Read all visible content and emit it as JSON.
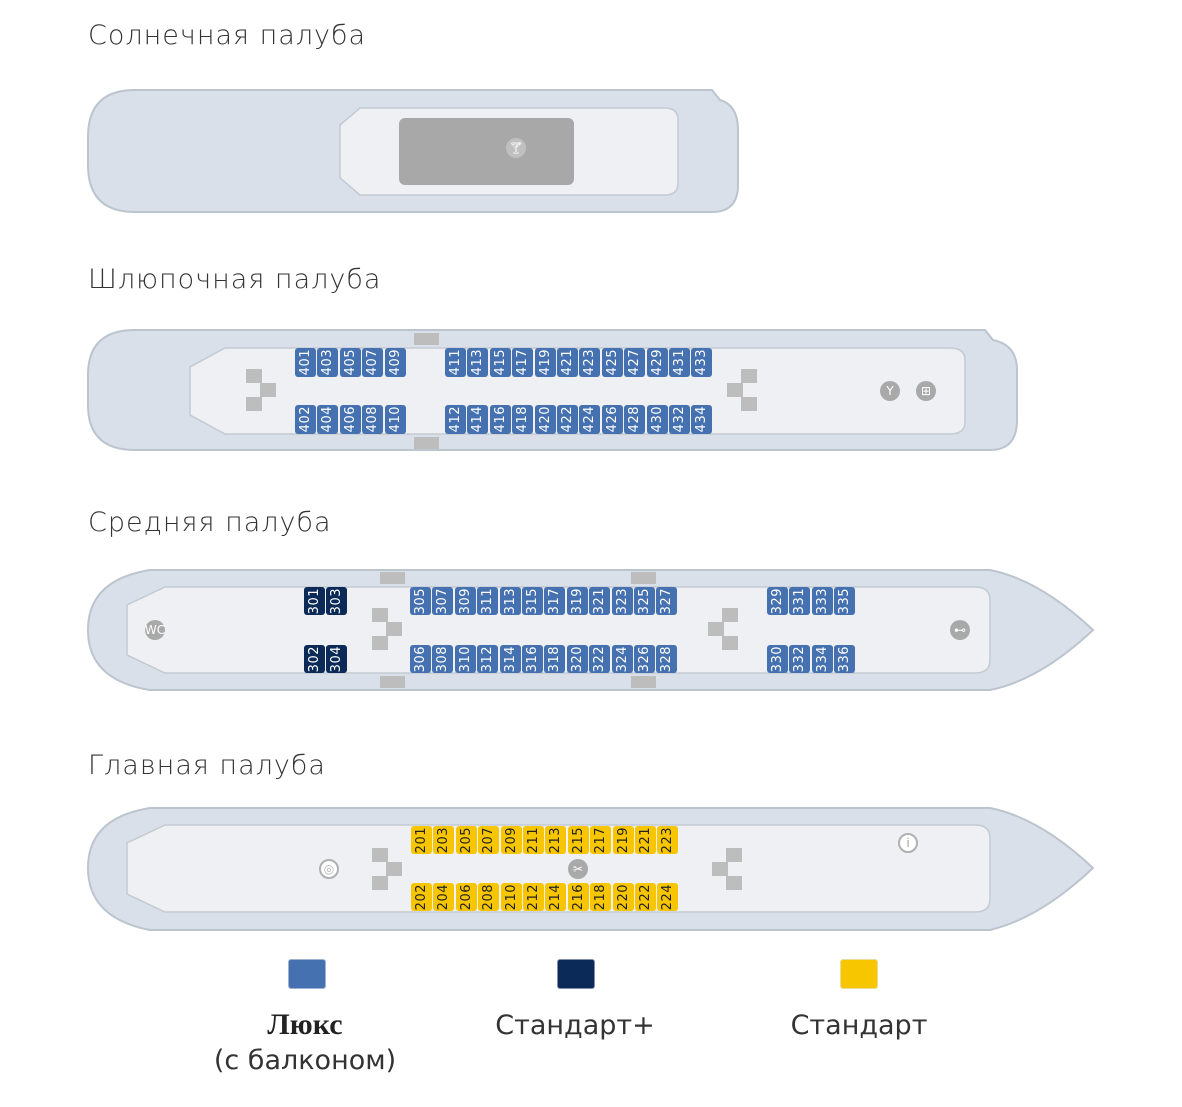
{
  "decks": {
    "sun": {
      "title": "Солнечная палуба"
    },
    "boat": {
      "title": "Шлюпочная палуба",
      "top": [
        [
          "401",
          "403",
          "405",
          "407",
          "409"
        ],
        [
          "411",
          "413",
          "415",
          "417",
          "419",
          "421",
          "423",
          "425",
          "427",
          "429",
          "431",
          "433"
        ]
      ],
      "bottom": [
        [
          "402",
          "404",
          "406",
          "408",
          "410"
        ],
        [
          "412",
          "414",
          "416",
          "418",
          "420",
          "422",
          "424",
          "426",
          "428",
          "430",
          "432",
          "434"
        ]
      ]
    },
    "middle": {
      "title": "Средняя палуба",
      "top": [
        [
          "301",
          "303"
        ],
        [
          "305",
          "307",
          "309",
          "311",
          "313",
          "315",
          "317",
          "319",
          "321",
          "323",
          "325",
          "327"
        ],
        [
          "329",
          "331",
          "333",
          "335"
        ]
      ],
      "bottom": [
        [
          "302",
          "304"
        ],
        [
          "306",
          "308",
          "310",
          "312",
          "314",
          "316",
          "318",
          "320",
          "322",
          "324",
          "326",
          "328"
        ],
        [
          "330",
          "332",
          "334",
          "336"
        ]
      ]
    },
    "main": {
      "title": "Главная палуба",
      "top": [
        [
          "201",
          "203",
          "205",
          "207",
          "209",
          "211",
          "213",
          "215",
          "217",
          "219",
          "221",
          "223"
        ]
      ],
      "bottom": [
        [
          "202",
          "204",
          "206",
          "208",
          "210",
          "212",
          "214",
          "216",
          "218",
          "220",
          "222",
          "224"
        ]
      ]
    }
  },
  "legend": [
    {
      "label": "Люкс",
      "sublabel": "(с балконом)",
      "color": "#4571b0"
    },
    {
      "label": "Стандарт+",
      "color": "#0b2a58"
    },
    {
      "label": "Стандарт",
      "color": "#f7c600"
    }
  ],
  "icons": {
    "sun": [
      "bar-icon"
    ],
    "boat": [
      "bar-icon",
      "restaurant-icon"
    ],
    "middle": [
      "toilet-icon",
      "gym-icon"
    ],
    "main": [
      "reception-icon",
      "hairdresser-icon",
      "info-icon"
    ]
  }
}
